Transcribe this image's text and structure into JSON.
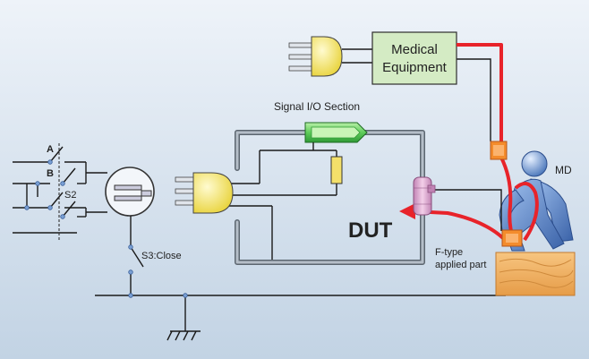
{
  "colors": {
    "background_top": "#e9f0f7",
    "background_bottom": "#c5d6e6",
    "wire": "#1a1a1a",
    "red_lead": "#e8232a",
    "enclosure": "#6c7680",
    "equipment_box": "#d7ecc8",
    "plug_body": "#f1e36a",
    "signal_io": "#49b84a",
    "connector_pink": "#dca6cf",
    "wood": "#f1b46a",
    "figure_blue": "#4f7fc4"
  },
  "labels": {
    "switch_a": "A",
    "switch_b": "B",
    "s2": "S2",
    "s3": "S3:Close",
    "signal_io": "Signal I/O Section",
    "equipment_line1": "Medical",
    "equipment_line2": "Equipment",
    "dut": "DUT",
    "md": "MD",
    "ftype_line1": "F-type",
    "ftype_line2": "applied part"
  },
  "icons": {
    "ground": "ground-symbol-icon",
    "person": "person-figure-icon",
    "plug": "power-plug-icon",
    "outlet": "power-outlet-icon"
  }
}
